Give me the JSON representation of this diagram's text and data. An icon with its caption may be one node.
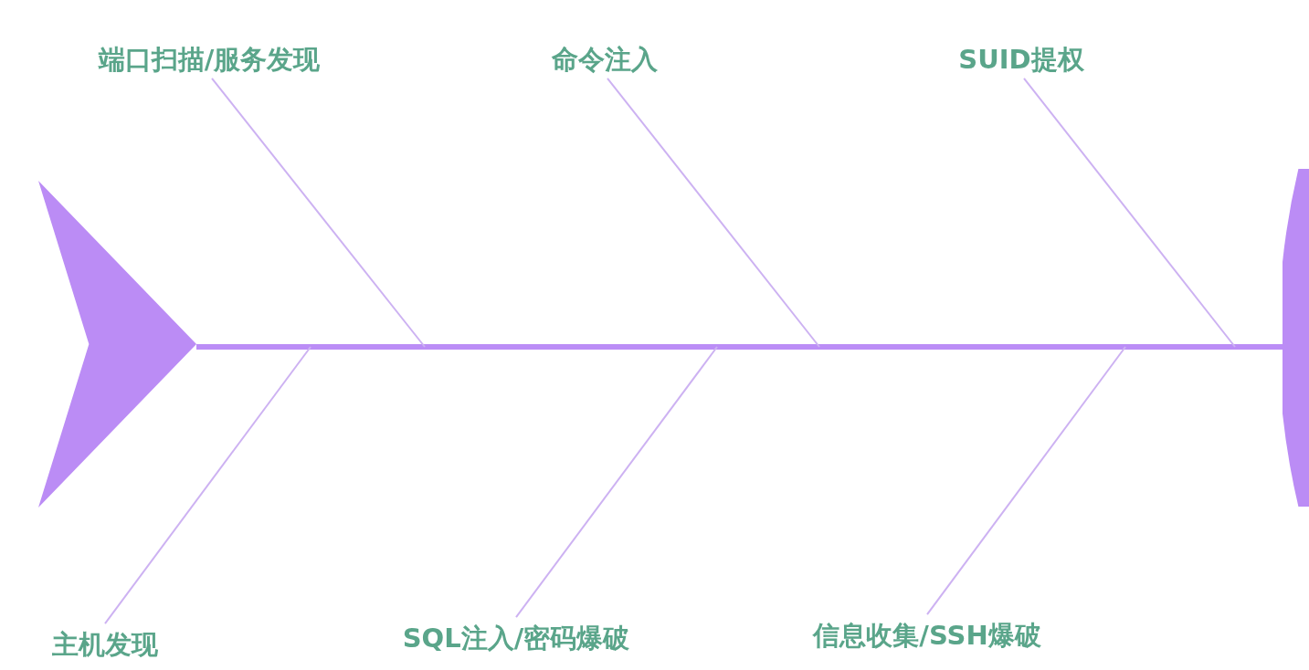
{
  "diagram": {
    "nodes": [
      {
        "text": [
          "端口扫描/服务发现"
        ]
      },
      {
        "text": [
          "命令注入"
        ]
      },
      {
        "text": [
          "SUID提权"
        ]
      },
      {
        "text": [],
        "shape": "triangle"
      },
      {
        "text": [],
        "shape": "ellipse"
      },
      {
        "text": [
          "主机发现"
        ]
      },
      {
        "text": [
          "SQL注入/密码爆破"
        ]
      },
      {
        "text": [
          "信息收集/SSH爆破"
        ]
      }
    ],
    "edges": [
      {
        "from": 3,
        "to": 4,
        "arrow": "none",
        "style": "thick",
        "color": "#bb8df6"
      },
      {
        "from": 0,
        "to": null,
        "arrow": "none"
      },
      {
        "from": 1,
        "to": null,
        "arrow": "none"
      },
      {
        "from": 2,
        "to": null,
        "arrow": "none"
      },
      {
        "from": 5,
        "to": null,
        "arrow": "none"
      },
      {
        "from": 6,
        "to": null,
        "arrow": "none"
      },
      {
        "from": 7,
        "to": null,
        "arrow": "none"
      }
    ]
  }
}
